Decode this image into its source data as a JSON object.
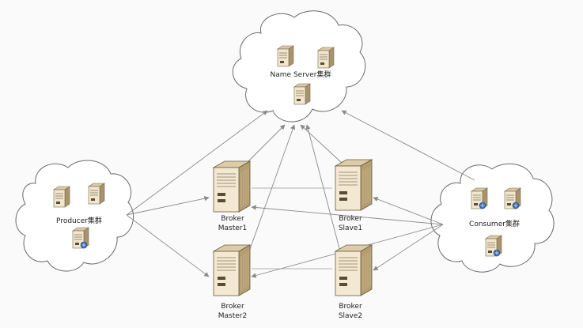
{
  "clusters": {
    "name_server": "Name Server集群",
    "producer": "Producer集群",
    "consumer": "Consumer集群"
  },
  "brokers": {
    "master1": [
      "Broker",
      "Master1"
    ],
    "slave1": [
      "Broker",
      "Slave1"
    ],
    "master2": [
      "Broker",
      "Master2"
    ],
    "slave2": [
      "Broker",
      "Slave2"
    ]
  },
  "colors": {
    "server_body": "#f1e6cf",
    "server_dark": "#8b7a5a",
    "cloud_stroke": "#6b6b6b",
    "arrow": "#8a8a8a",
    "badge": "#3b6fb5",
    "corner_accent": "#16b08a"
  },
  "icons": [
    "server-icon",
    "server-with-badge-icon",
    "large-server-icon"
  ]
}
